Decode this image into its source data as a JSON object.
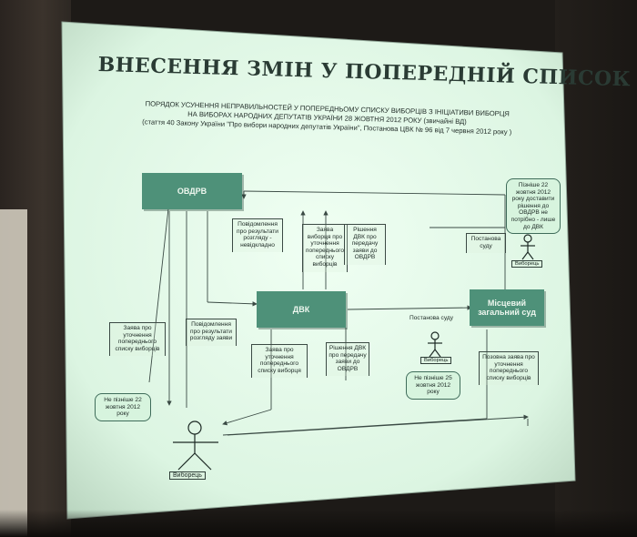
{
  "slide": {
    "title": "ВНЕСЕННЯ ЗМІН У ПОПЕРЕДНІЙ СПИСОК",
    "subtitle_line1": "ПОРЯДОК УСУНЕННЯ НЕПРАВИЛЬНОСТЕЙ У ПОПЕРЕДНЬОМУ СПИСКУ ВИБОРЦІВ З ІНІЦІАТИВИ ВИБОРЦЯ",
    "subtitle_line2": "НА ВИБОРАХ НАРОДНИХ ДЕПУТАТІВ УКРАЇНИ 28 ЖОВТНЯ 2012 РОКУ (звичайні ВД)",
    "subtitle_line3": "(стаття 40 Закону України \"Про вибори народних депутатів України\", Постанова ЦВК № 96 від 7 червня 2012 року )"
  },
  "boxes": {
    "ovdrv": "ОВДРВ",
    "dvk": "ДВК",
    "court": "Місцевий загальний суд"
  },
  "notes": {
    "notify_ovdrv": "Повідомлення про результати розгляду - невідкладно",
    "application_clarify_top": "Заява виборця про уточнення попереднього списку виборців",
    "dvk_decision_top": "Рішення ДВК про передачу заяви до ОВДРВ",
    "court_decision_top": "Постанова суду",
    "application_left": "Заява про уточнення попереднього списку виборців",
    "notify_voter": "Повідомлення про результати розгляду заяви",
    "application_voter": "Заява про уточнення попереднього списку виборця",
    "dvk_decision_bottom": "Рішення ДВК про передачу заяви до ОВДРВ",
    "court_decision_mid": "Постанова суду",
    "claim": "Позовна заява про уточнення попереднього списку виборців"
  },
  "bubbles": {
    "deadline_top_right": "Пізніше 22 жовтня 2012 року доставити рішення до ОВДРВ не потрібно - лише до ДВК",
    "deadline_left": "Не пізніше 22 жовтня 2012 року",
    "deadline_mid": "Не пізніше 25 жовтня 2012 року"
  },
  "actors": {
    "voter_main": "Виборець",
    "voter_court_top": "Виборець",
    "voter_court_mid": "Виборець"
  },
  "colors": {
    "screen_light": "#eafcf0",
    "screen_edge": "#b9d4be",
    "box_fill": "#4e9179",
    "ink": "#1d2a25"
  }
}
